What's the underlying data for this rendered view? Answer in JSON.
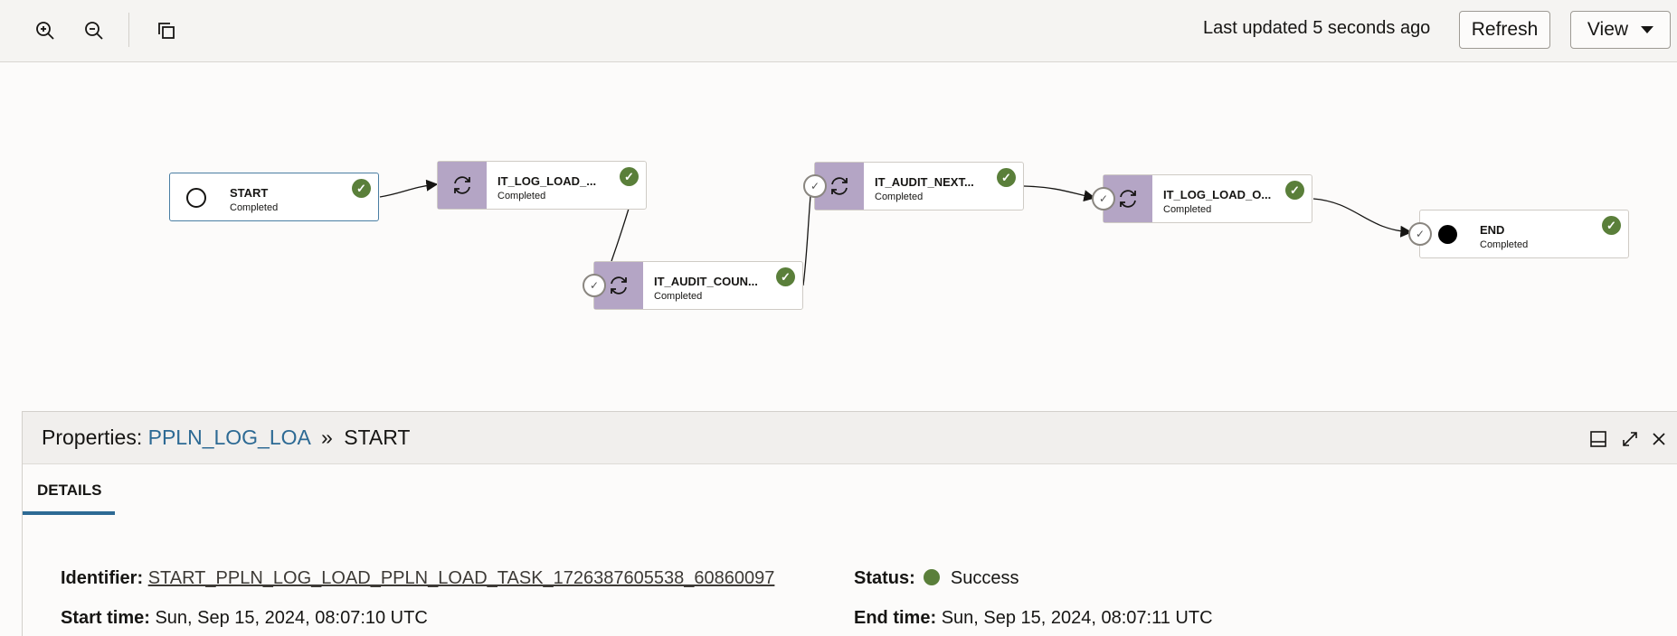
{
  "toolbar": {
    "zoom_in_icon": "zoom-in-icon",
    "zoom_out_icon": "zoom-out-icon",
    "copy_icon": "copy-icon",
    "last_updated": "Last updated 5 seconds ago",
    "refresh_label": "Refresh",
    "view_label": "View"
  },
  "nodes": [
    {
      "name": "START",
      "status": "Completed"
    },
    {
      "name": "IT_LOG_LOAD_...",
      "status": "Completed"
    },
    {
      "name": "IT_AUDIT_COUN...",
      "status": "Completed"
    },
    {
      "name": "IT_AUDIT_NEXT...",
      "status": "Completed"
    },
    {
      "name": "IT_LOG_LOAD_O...",
      "status": "Completed"
    },
    {
      "name": "END",
      "status": "Completed"
    }
  ],
  "colors": {
    "accent": "#2d6a94",
    "success": "#5a7f3a",
    "task_side": "#b4a5c5"
  },
  "properties": {
    "label": "Properties:",
    "pipeline_link": "PPLN_LOG_LOA",
    "separator": "»",
    "current": "START",
    "tab_details": "DETAILS",
    "identifier_label": "Identifier:",
    "identifier_value": "START_PPLN_LOG_LOAD_PPLN_LOAD_TASK_1726387605538_60860097",
    "status_label": "Status:",
    "status_value": "Success",
    "start_label": "Start time:",
    "start_value": "Sun, Sep 15, 2024, 08:07:10 UTC",
    "end_label": "End time:",
    "end_value": "Sun, Sep 15, 2024, 08:07:11 UTC"
  }
}
